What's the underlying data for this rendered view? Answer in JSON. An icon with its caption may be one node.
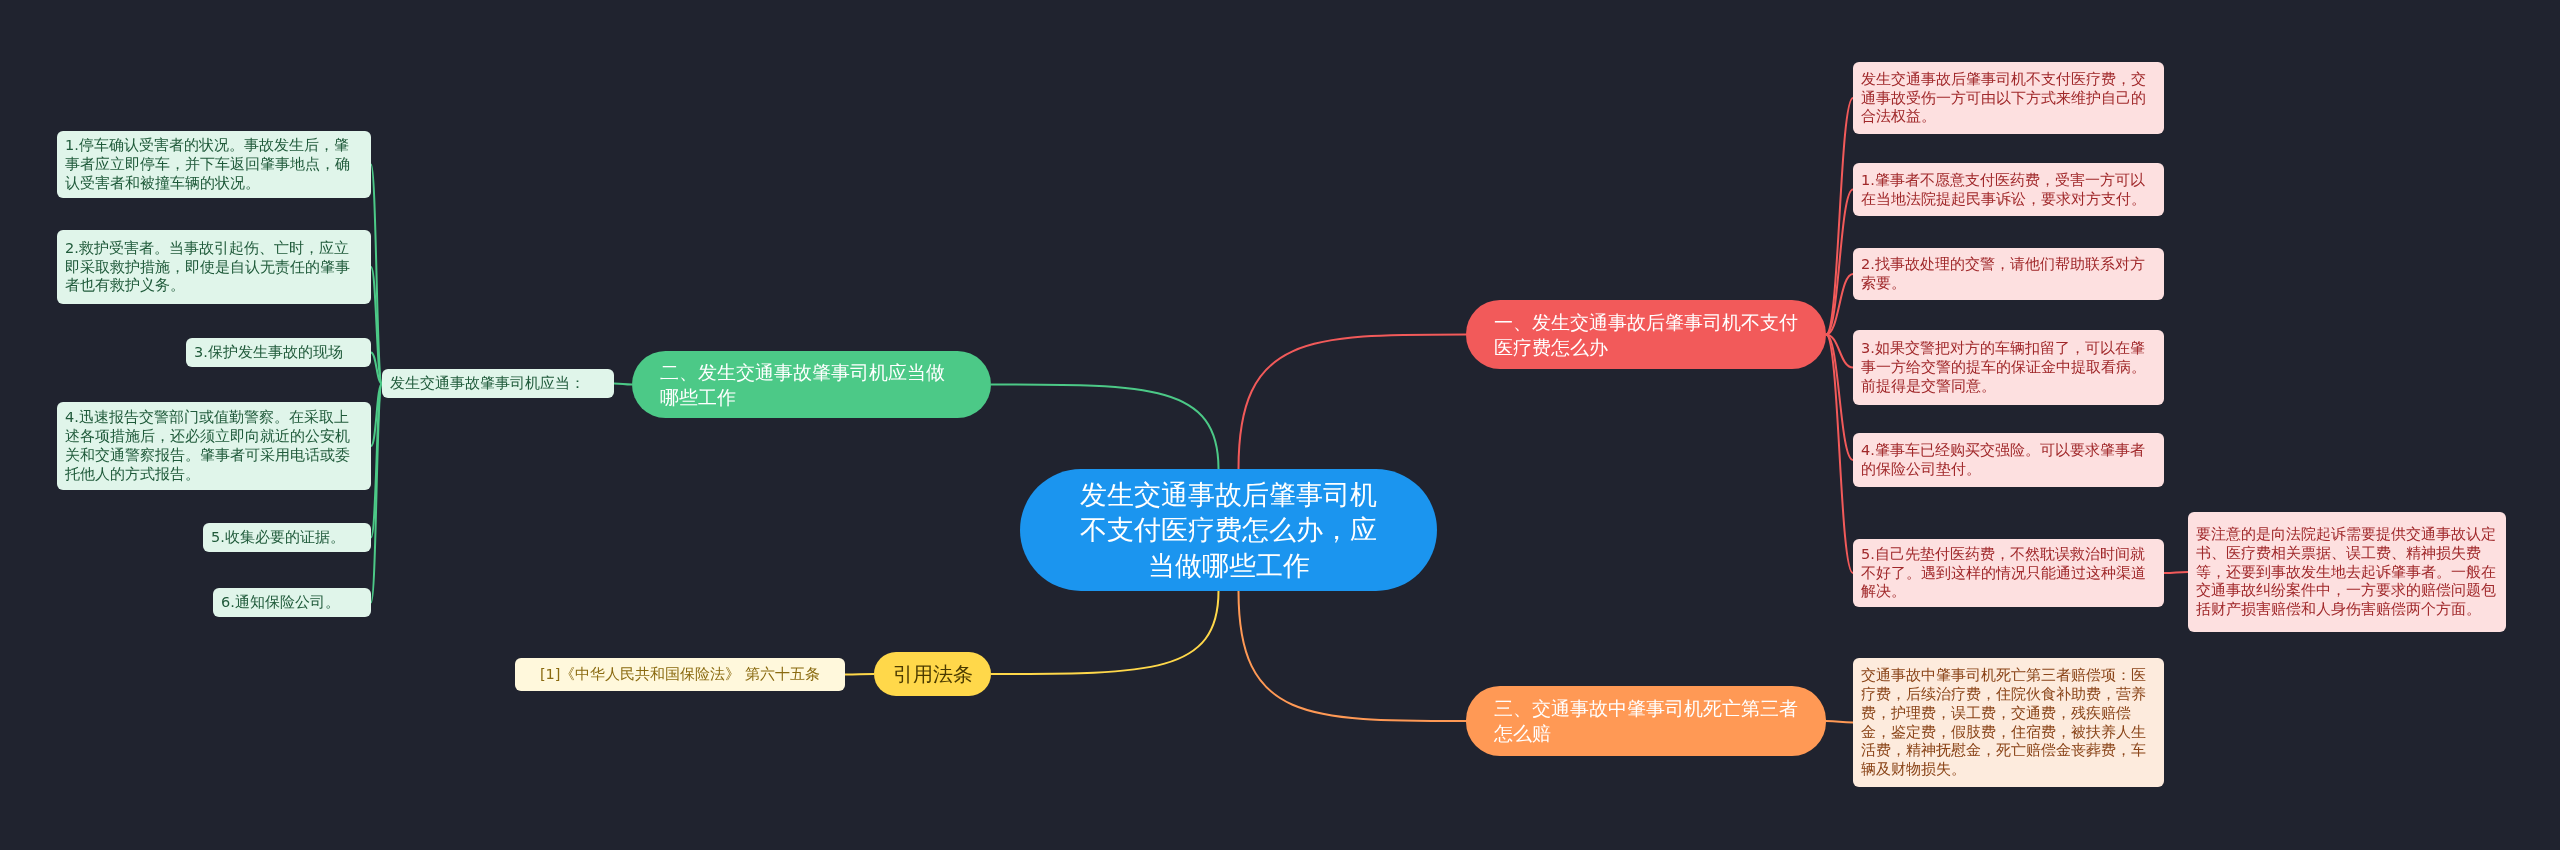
{
  "diagram": {
    "nodes": [
      {
        "text": [
          "发生交通事故后肇事司机不支付医疗费怎么办，应当做哪些工作"
        ]
      },
      {
        "text": [
          "一、发生交通事故后肇事司机不支付医疗费怎么办"
        ]
      },
      {
        "text": [
          "发生交通事故后肇事司机不支付医疗费，交通事故受伤一方可由以下方式来维护自己的合法权益。"
        ]
      },
      {
        "text": [
          "1.肇事者不愿意支付医药费，受害一方可以在当地法院提起民事诉讼，要求对方支付。"
        ]
      },
      {
        "text": [
          "2.找事故处理的交警，请他们帮助联系对方索要。"
        ]
      },
      {
        "text": [
          "3.如果交警把对方的车辆扣留了，可以在肇事一方给交警的提车的保证金中提取看病。前提得是交警同意。"
        ]
      },
      {
        "text": [
          "4.肇事车已经购买交强险。可以要求肇事者的保险公司垫付。"
        ]
      },
      {
        "text": [
          "5.自己先垫付医药费，不然耽误救治时间就不好了。遇到这样的情况只能通过这种渠道解决。"
        ]
      },
      {
        "text": [
          "要注意的是向法院起诉需要提供交通事故认定书、医疗费相关票据、误工费、精神损失费等，还要到事故发生地去起诉肇事者。一般在交通事故纠纷案件中，一方要求的赔偿问题包括财产损害赔偿和人身伤害赔偿两个方面。"
        ]
      },
      {
        "text": [
          "三、交通事故中肇事司机死亡第三者怎么赔"
        ]
      },
      {
        "text": [
          "交通事故中肇事司机死亡第三者赔偿项：医疗费，后续治疗费，住院伙食补助费，营养费，护理费，误工费，交通费，残疾赔偿金，鉴定费，假肢费，住宿费，被扶养人生活费，精神抚慰金，死亡赔偿金丧葬费，车辆及财物损失。"
        ]
      },
      {
        "text": [
          "二、发生交通事故肇事司机应当做哪些工作"
        ]
      },
      {
        "text": [
          "发生交通事故肇事司机应当："
        ]
      },
      {
        "text": [
          "1.停车确认受害者的状况。事故发生后，肇事者应立即停车，并下车返回肇事地点，确认受害者和被撞车辆的状况。"
        ]
      },
      {
        "text": [
          "2.救护受害者。当事故引起伤、亡时，应立即采取救护措施，即使是自认无责任的肇事者也有救护义务。"
        ]
      },
      {
        "text": [
          "3.保护发生事故的现场"
        ]
      },
      {
        "text": [
          "4.迅速报告交警部门或值勤警察。在采取上述各项措施后，还必须立即向就近的公安机关和交通警察报告。肇事者可采用电话或委托他人的方式报告。"
        ]
      },
      {
        "text": [
          "5.收集必要的证据。"
        ]
      },
      {
        "text": [
          "6.通知保险公司。"
        ]
      },
      {
        "text": [
          "引用法条"
        ]
      },
      {
        "text": [
          "[1]《中华人民共和国保险法》 第六十五条"
        ]
      }
    ],
    "edges": [
      {
        "from": 0,
        "to": 1,
        "arrow": "none",
        "color": "#f25a5a"
      },
      {
        "from": 1,
        "to": 2,
        "arrow": "none",
        "color": "#f25a5a"
      },
      {
        "from": 1,
        "to": 3,
        "arrow": "none",
        "color": "#f25a5a"
      },
      {
        "from": 1,
        "to": 4,
        "arrow": "none",
        "color": "#f25a5a"
      },
      {
        "from": 1,
        "to": 5,
        "arrow": "none",
        "color": "#f25a5a"
      },
      {
        "from": 1,
        "to": 6,
        "arrow": "none",
        "color": "#f25a5a"
      },
      {
        "from": 1,
        "to": 7,
        "arrow": "none",
        "color": "#f25a5a"
      },
      {
        "from": 7,
        "to": 8,
        "arrow": "none",
        "color": "#f25a5a"
      },
      {
        "from": 0,
        "to": 9,
        "arrow": "none",
        "color": "#ff9955"
      },
      {
        "from": 9,
        "to": 10,
        "arrow": "none",
        "color": "#ff9955"
      },
      {
        "from": 0,
        "to": 11,
        "arrow": "none",
        "color": "#4cc987"
      },
      {
        "from": 11,
        "to": 12,
        "arrow": "none",
        "color": "#4cc987"
      },
      {
        "from": 12,
        "to": 13,
        "arrow": "none",
        "color": "#4cc987"
      },
      {
        "from": 12,
        "to": 14,
        "arrow": "none",
        "color": "#4cc987"
      },
      {
        "from": 12,
        "to": 15,
        "arrow": "none",
        "color": "#4cc987"
      },
      {
        "from": 12,
        "to": 16,
        "arrow": "none",
        "color": "#4cc987"
      },
      {
        "from": 12,
        "to": 17,
        "arrow": "none",
        "color": "#4cc987"
      },
      {
        "from": 12,
        "to": 18,
        "arrow": "none",
        "color": "#4cc987"
      },
      {
        "from": 0,
        "to": 19,
        "arrow": "none",
        "color": "#ffd84a"
      },
      {
        "from": 19,
        "to": 20,
        "arrow": "none",
        "color": "#ffd84a"
      }
    ]
  }
}
